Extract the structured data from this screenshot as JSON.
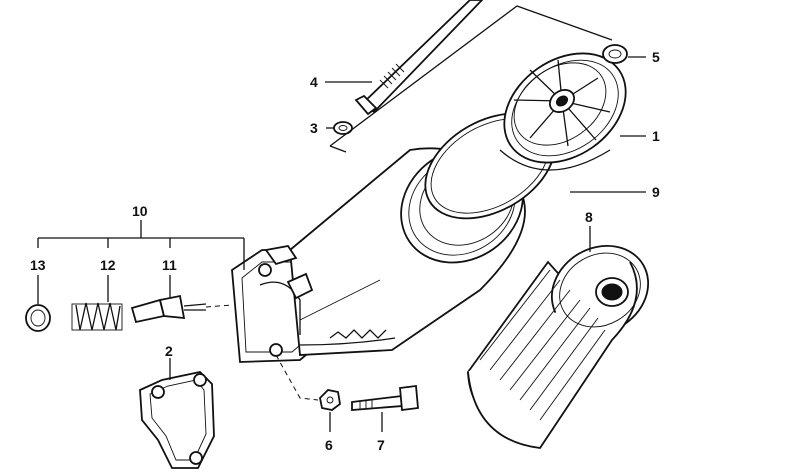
{
  "callouts": [
    {
      "id": "c1",
      "text": "1"
    },
    {
      "id": "c2",
      "text": "2"
    },
    {
      "id": "c3",
      "text": "3"
    },
    {
      "id": "c4",
      "text": "4"
    },
    {
      "id": "c5",
      "text": "5"
    },
    {
      "id": "c6",
      "text": "6"
    },
    {
      "id": "c7",
      "text": "7"
    },
    {
      "id": "c8",
      "text": "8"
    },
    {
      "id": "c9",
      "text": "9"
    },
    {
      "id": "c10",
      "text": "10"
    },
    {
      "id": "c11",
      "text": "11"
    },
    {
      "id": "c12",
      "text": "12"
    },
    {
      "id": "c13",
      "text": "13"
    }
  ]
}
